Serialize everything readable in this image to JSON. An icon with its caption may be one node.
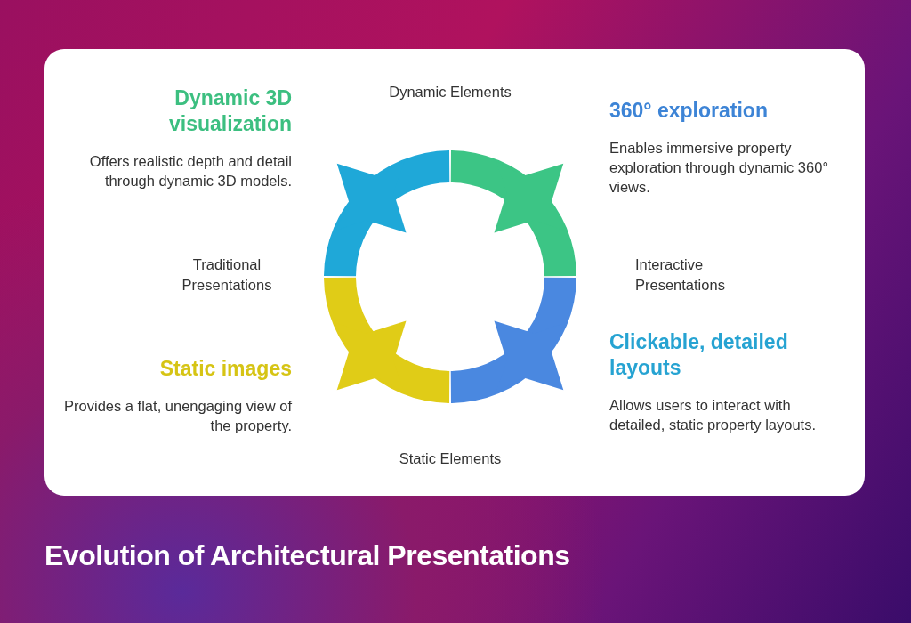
{
  "diagram": {
    "title": "Evolution of Architectural Presentations",
    "nodes": [
      {
        "text": [
          "Dynamic 3D visualization",
          "Offers realistic depth and detail through dynamic 3D models."
        ]
      },
      {
        "text": [
          "360° exploration",
          "Enables immersive property exploration through dynamic 360° views."
        ]
      },
      {
        "text": [
          "Static images",
          "Provides a flat, unengaging view of the property."
        ]
      },
      {
        "text": [
          "Clickable, detailed layouts",
          "Allows users to interact with detailed, static property layouts."
        ]
      }
    ],
    "labels": [
      "Dynamic Elements",
      "Traditional Presentations",
      "Interactive Presentations",
      "Static Elements"
    ]
  }
}
